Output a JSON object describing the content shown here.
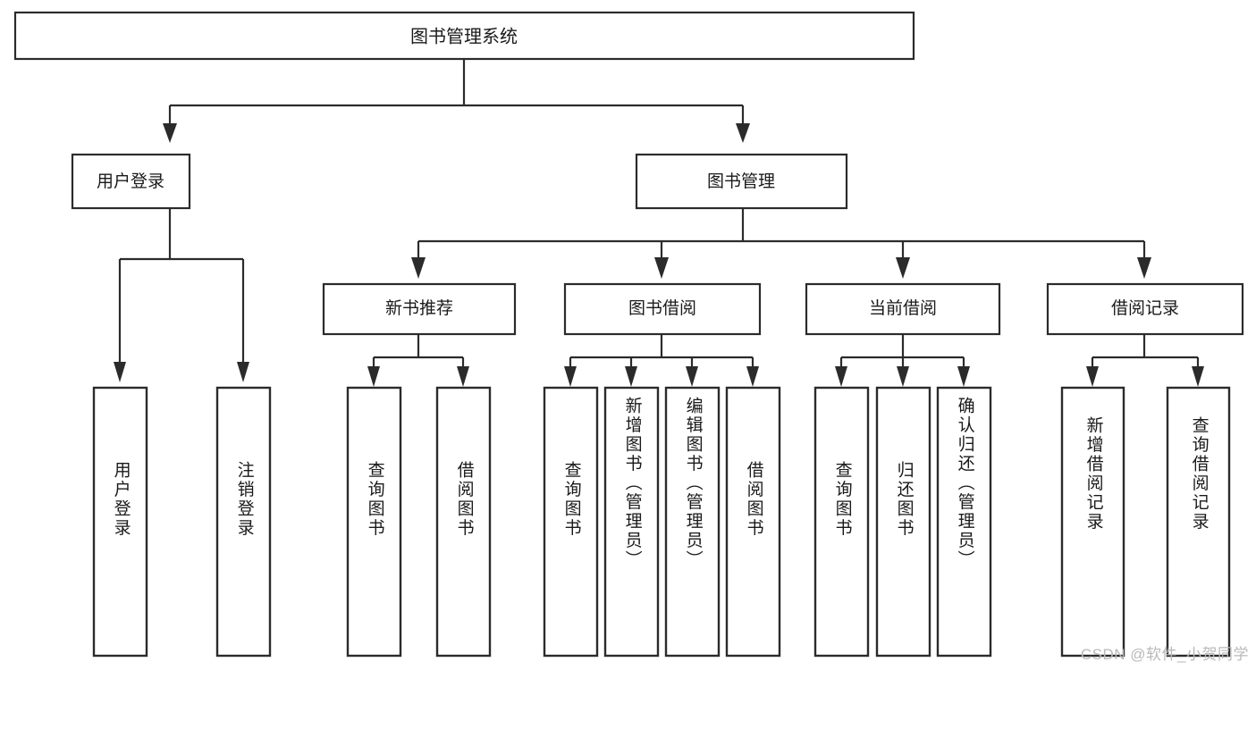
{
  "diagram": {
    "type": "tree",
    "title": "图书管理系统",
    "orientation": "top-down",
    "style": {
      "background": "#ffffff",
      "box_fill": "#ffffff",
      "box_stroke": "#2b2b2b",
      "text_color": "#1a1a1a",
      "watermark_color": "#b9b9b9"
    },
    "root": {
      "label": "图书管理系统"
    },
    "level2": [
      {
        "label": "用户登录"
      },
      {
        "label": "图书管理"
      }
    ],
    "level3": [
      {
        "label": "新书推荐"
      },
      {
        "label": "图书借阅"
      },
      {
        "label": "当前借阅"
      },
      {
        "label": "借阅记录"
      }
    ],
    "leaves": {
      "user_login": [
        {
          "label": "用户登录"
        },
        {
          "label": "注销登录"
        }
      ],
      "new_book_recommend": [
        {
          "label": "查询图书"
        },
        {
          "label": "借阅图书"
        }
      ],
      "book_borrow": [
        {
          "label": "查询图书"
        },
        {
          "label": "新增图书（管理员）"
        },
        {
          "label": "编辑图书（管理员）"
        },
        {
          "label": "借阅图书"
        }
      ],
      "current_borrow": [
        {
          "label": "查询图书"
        },
        {
          "label": "归还图书"
        },
        {
          "label": "确认归还（管理员）"
        }
      ],
      "borrow_record": [
        {
          "label": "新增借阅记录"
        },
        {
          "label": "查询借阅记录"
        }
      ]
    }
  },
  "watermark": {
    "text": "CSDN @软件_小贺同学"
  }
}
